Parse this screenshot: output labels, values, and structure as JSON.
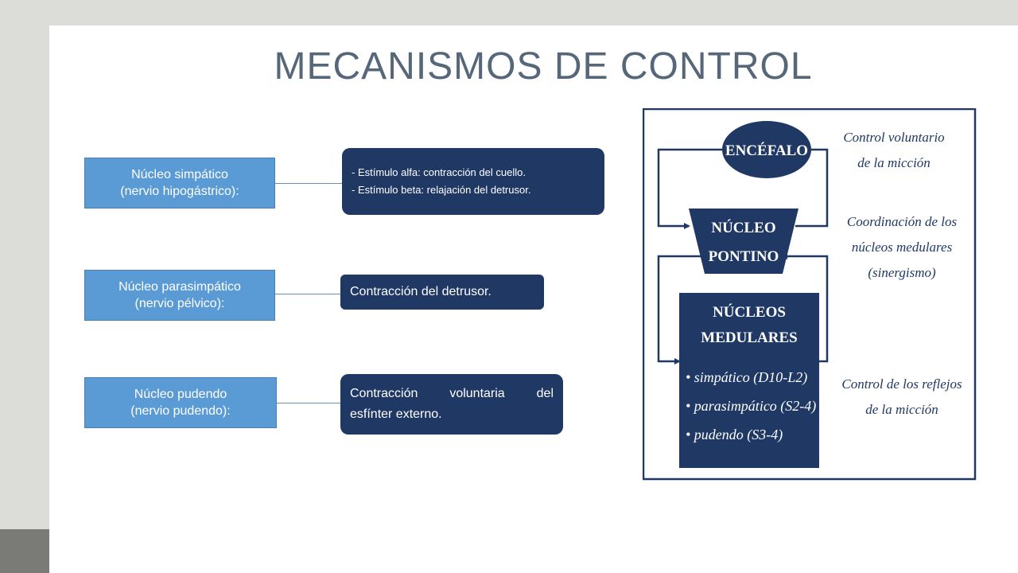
{
  "slide": {
    "title": "MECANISMOS DE CONTROL"
  },
  "nuclei": [
    {
      "name": "Núcleo simpático",
      "nerve": "(nervio hipogástrico):",
      "effects": [
        "- Estímulo alfa: contracción del cuello.",
        "- Estímulo beta: relajación del detrusor."
      ]
    },
    {
      "name": "Núcleo parasimpático",
      "nerve": "(nervio pélvico):",
      "effects": [
        "Contracción del detrusor."
      ]
    },
    {
      "name": "Núcleo pudendo",
      "nerve": "(nervio pudendo):",
      "effects": [
        "Contracción voluntaria del",
        "esfínter externo."
      ]
    }
  ],
  "figure": {
    "encefalo": "ENCÉFALO",
    "pontino": [
      "NÚCLEO",
      "PONTINO"
    ],
    "medulares": [
      "NÚCLEOS",
      "MEDULARES"
    ],
    "medulares_list": [
      "• simpático (D10-L2)",
      "• parasimpático (S2-4)",
      "• pudendo (S3-4)"
    ],
    "annotations": {
      "voluntario": [
        "Control voluntario",
        "de la micción"
      ],
      "coordinacion": [
        "Coordinación de los",
        "núcleos medulares",
        "(sinergismo)"
      ],
      "reflejos": [
        "Control de los reflejos",
        "de la micción"
      ]
    },
    "colors": {
      "navy": "#1f3864",
      "light_blue": "#5b9bd5"
    }
  }
}
